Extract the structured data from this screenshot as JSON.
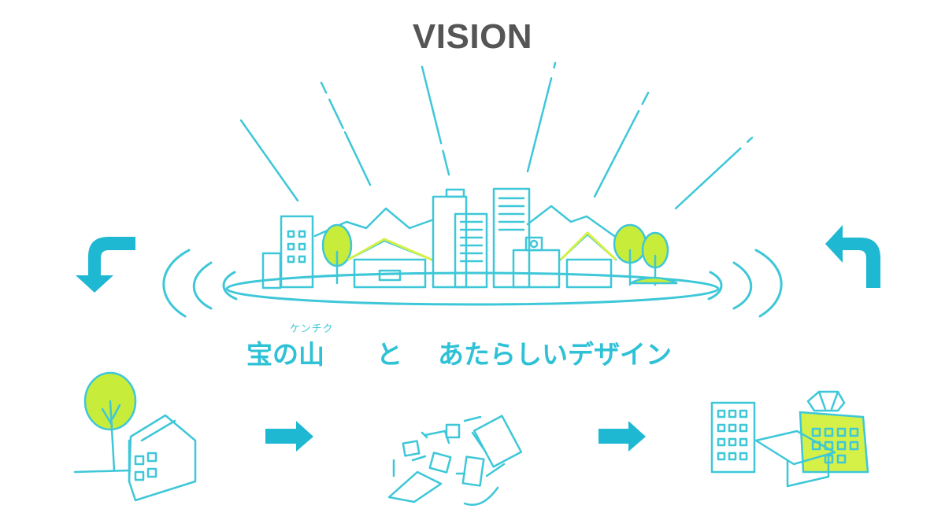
{
  "title": "VISION",
  "tagline": {
    "ruby": "ケンチク",
    "part1": "宝の山",
    "part2": "と",
    "part3": "あたらしいデザイン"
  },
  "colors": {
    "ink": "#3ec7d8",
    "arrow": "#1fb8d3",
    "leaf": "#c8ec3a",
    "title": "#555555"
  }
}
